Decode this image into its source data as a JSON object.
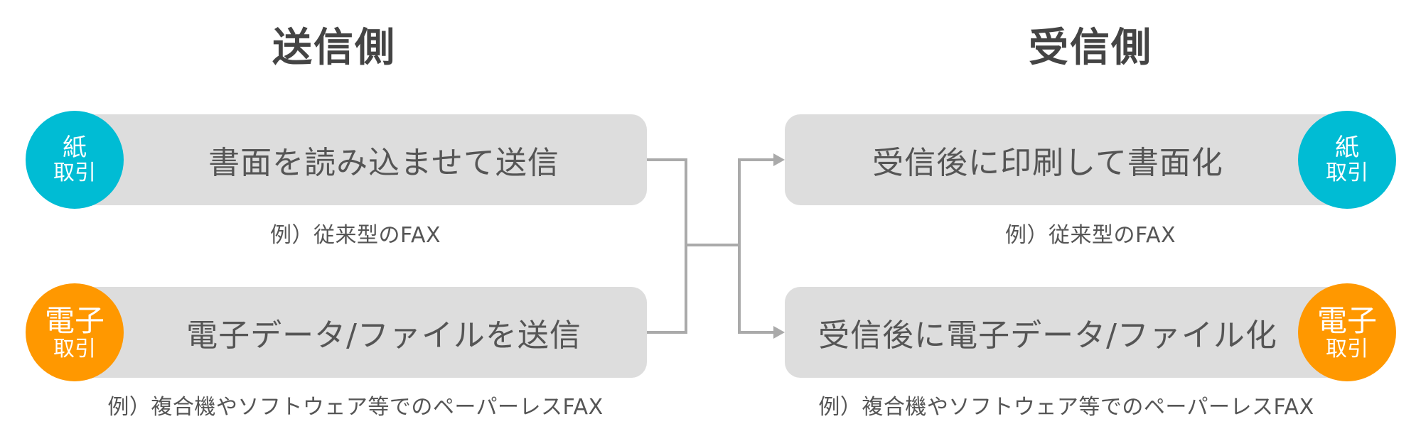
{
  "sender": {
    "heading": "送信側",
    "items": [
      {
        "badge_top": "紙",
        "badge_bottom": "取引",
        "label": "書面を読み込ませて送信",
        "example": "例）従来型のFAX",
        "badge_color": "#00bcd4"
      },
      {
        "badge_top": "電子",
        "badge_bottom": "取引",
        "label": "電子データ/ファイルを送信",
        "example": "例）複合機やソフトウェア等でのペーパーレスFAX",
        "badge_color": "#ff9800"
      }
    ]
  },
  "receiver": {
    "heading": "受信側",
    "items": [
      {
        "badge_top": "紙",
        "badge_bottom": "取引",
        "label": "受信後に印刷して書面化",
        "example": "例）従来型のFAX",
        "badge_color": "#00bcd4"
      },
      {
        "badge_top": "電子",
        "badge_bottom": "取引",
        "label": "受信後に電子データ/ファイル化",
        "example": "例）複合機やソフトウェア等でのペーパーレスFAX",
        "badge_color": "#ff9800"
      }
    ]
  },
  "colors": {
    "box": "#dddddd",
    "connector": "#aaaaaa",
    "paper": "#00bcd4",
    "digital": "#ff9800"
  }
}
